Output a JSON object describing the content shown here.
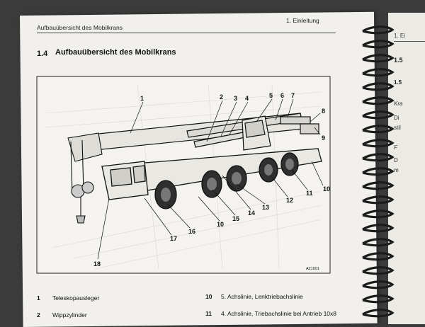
{
  "header": {
    "left": "Aufbauübersicht des Mobilkrans",
    "right": "1. Einleitung"
  },
  "section": {
    "number": "1.4",
    "title": "Aufbauübersicht des Mobilkrans"
  },
  "figure": {
    "callouts": [
      "1",
      "2",
      "3",
      "4",
      "5",
      "6",
      "7",
      "8",
      "9",
      "10",
      "11",
      "12",
      "13",
      "14",
      "15",
      "10",
      "16",
      "17",
      "18"
    ],
    "drawing_code": "A21001"
  },
  "legend": [
    {
      "num": "1",
      "text": "Teleskopausleger"
    },
    {
      "num": "2",
      "text": "Wippzylinder"
    },
    {
      "num": "10",
      "text": "5. Achslinie, Lenktriebachslinie"
    },
    {
      "num": "11",
      "text": "4. Achslinie, Triebachslinie bei Antrieb 10x8"
    }
  ],
  "next_page": {
    "header": "1. Ei",
    "lines": [
      "1.5",
      "1.5",
      "Kra",
      "Di",
      "stil",
      "F",
      "D",
      "m"
    ]
  }
}
